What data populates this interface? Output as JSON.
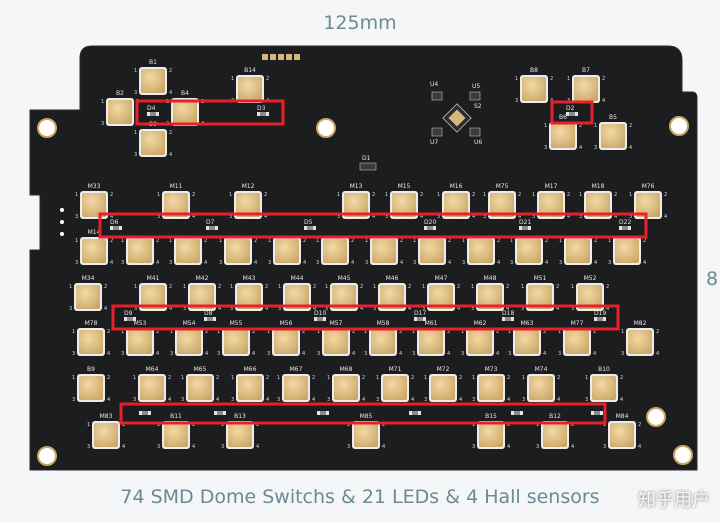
{
  "header": {
    "dimension_width": "125mm"
  },
  "side": {
    "dimension_height_partial": "8"
  },
  "caption": "74 SMD Dome Switchs & 21 LEDs & 4 Hall sensors",
  "watermark": "知乎用户",
  "colors": {
    "board": "#1c1d1f",
    "pad": "#d7b77c",
    "highlight": "#e8202a",
    "text": "#6b8a93"
  },
  "switches": [
    "B1",
    "B4",
    "B14",
    "B2",
    "B3",
    "B8",
    "B7",
    "B6",
    "B5",
    "M33",
    "M11",
    "M12",
    "M13",
    "M15",
    "M16",
    "M75",
    "M17",
    "M18",
    "M76",
    "M14",
    "M34",
    "M41",
    "M42",
    "M43",
    "M44",
    "M45",
    "M46",
    "M47",
    "M48",
    "M51",
    "M52",
    "M78",
    "M53",
    "M54",
    "M55",
    "M56",
    "M57",
    "M58",
    "M61",
    "M62",
    "M63",
    "M77",
    "M82",
    "B9",
    "M64",
    "M65",
    "M66",
    "M67",
    "M68",
    "M71",
    "M72",
    "M73",
    "M74",
    "B10",
    "M83",
    "B11",
    "B13",
    "M85",
    "B15",
    "B12",
    "M84"
  ],
  "leds": [
    "D4",
    "D3",
    "D2",
    "D6",
    "D7",
    "D5",
    "D20",
    "D21",
    "D22",
    "D9",
    "D8",
    "D10",
    "D17",
    "D18",
    "D19"
  ],
  "chips": [
    "U4",
    "U5",
    "S2",
    "U7",
    "U6",
    "D1"
  ]
}
